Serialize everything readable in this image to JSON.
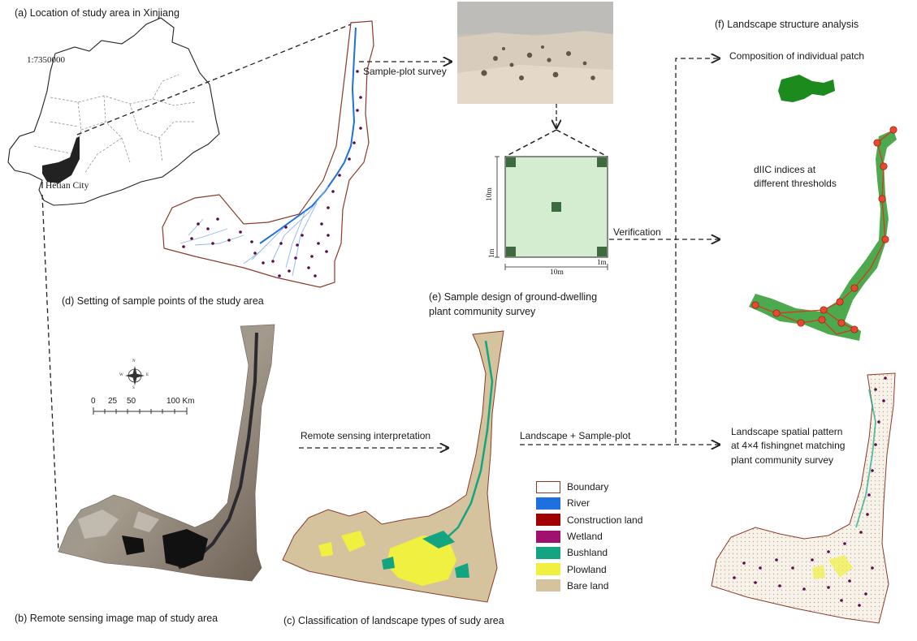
{
  "panels": {
    "a": "(a) Location of study area in Xinjiang",
    "b": "(b) Remote sensing image map of study area",
    "c": "(c) Classification of landscape types of sudy area",
    "d": "(d) Setting of sample points of the study area",
    "e_line1": "(e) Sample design of ground-dwelling",
    "e_line2": "plant community survey",
    "f": "(f) Landscape structure analysis"
  },
  "map_a": {
    "scale": "1:7350000",
    "city": "Hetian City"
  },
  "arrows": {
    "sample_plot": "Sample-plot survey",
    "verification": "Verification",
    "remote": "Remote sensing interpretation",
    "landscape": "Landscape + Sample-plot"
  },
  "quadrat": {
    "side_h": "10m",
    "side_v": "10m",
    "small_1": "1m",
    "small_2": "1m"
  },
  "scalebar": {
    "t0": "0",
    "t1": "25",
    "t2": "50",
    "t3": "100 Km"
  },
  "compass": {
    "n": "N",
    "s": "S",
    "e": "E",
    "w": "W"
  },
  "f_items": {
    "composition": "Composition of individual patch",
    "diic_1": "dIIC indices at",
    "diic_2": "different thresholds",
    "pattern_1": "Landscape spatial pattern",
    "pattern_2": "at 4×4 fishingnet matching",
    "pattern_3": "plant community survey"
  },
  "legend": [
    {
      "label": "Boundary",
      "color": "#ffffff",
      "border": "#8b3a2a"
    },
    {
      "label": "River",
      "color": "#1e6fe0"
    },
    {
      "label": "Construction land",
      "color": "#a00000"
    },
    {
      "label": "Wetland",
      "color": "#a0106f"
    },
    {
      "label": "Bushland",
      "color": "#13a582"
    },
    {
      "label": "Plowland",
      "color": "#f0f040"
    },
    {
      "label": "Bare land",
      "color": "#d4c39c"
    }
  ]
}
